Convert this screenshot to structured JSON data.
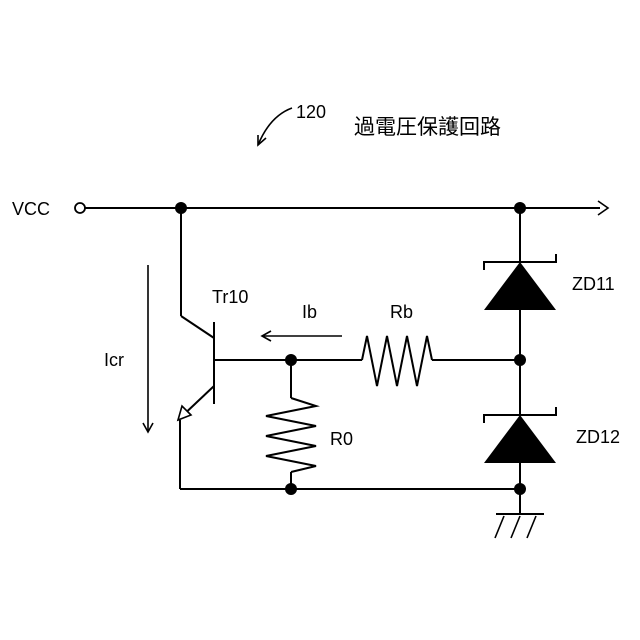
{
  "reference_number": "120",
  "circuit_title": "過電圧保護回路",
  "labels": {
    "vcc": "VCC",
    "transistor": "Tr10",
    "base_current": "Ib",
    "collector_current": "Icr",
    "resistor_base": "Rb",
    "resistor_zero": "R0",
    "zener_upper": "ZD11",
    "zener_lower": "ZD12"
  },
  "components": [
    {
      "id": "Tr10",
      "kind": "npn-transistor"
    },
    {
      "id": "Rb",
      "kind": "resistor"
    },
    {
      "id": "R0",
      "kind": "resistor"
    },
    {
      "id": "ZD11",
      "kind": "zener-diode"
    },
    {
      "id": "ZD12",
      "kind": "zener-diode"
    }
  ],
  "icons": {
    "terminal": "vcc-terminal-icon",
    "ground": "ground-icon",
    "junction": "junction-dot-icon"
  }
}
